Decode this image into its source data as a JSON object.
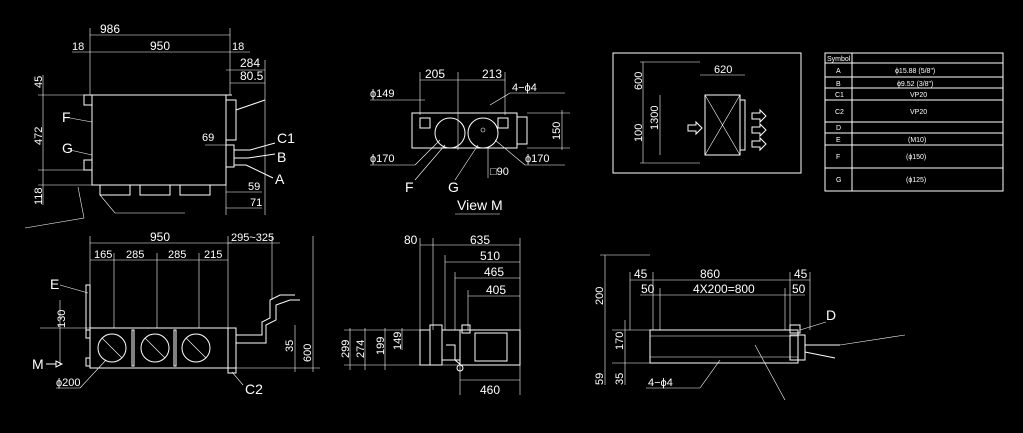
{
  "colors": {
    "background": "#000000",
    "line": "#ffffff"
  },
  "top_view": {
    "dims": {
      "overall_width": "986",
      "body_width": "950",
      "left_flange": "18",
      "right_flange": "18",
      "right_284": "284",
      "right_80_5": "80.5",
      "dim_69": "69",
      "dim_59": "59",
      "dim_71": "71",
      "left_45": "45",
      "left_472": "472",
      "left_118": "118"
    },
    "labels": {
      "f": "F",
      "g": "G",
      "c1": "C1",
      "b": "B",
      "a": "A"
    }
  },
  "view_m": {
    "dims": {
      "d205": "205",
      "d213": "213",
      "phi149": "ϕ149",
      "holes": "4−ϕ4",
      "d150": "150",
      "phi170_left": "ϕ170",
      "phi170_right": "ϕ170",
      "sq90": "□90"
    },
    "labels": {
      "f": "F",
      "g": "G"
    },
    "title": "View M"
  },
  "inset": {
    "dims": {
      "d620": "620",
      "d600": "600",
      "d1300": "1300",
      "d100": "100"
    }
  },
  "symbol_table": {
    "header": "Symbol",
    "rows": [
      {
        "symbol": "A",
        "value": "ϕ15.88 (5/8\")"
      },
      {
        "symbol": "B",
        "value": "ϕ9.52 (3/8\")"
      },
      {
        "symbol": "C1",
        "value": "VP20"
      },
      {
        "symbol": "C2",
        "value": "VP20"
      },
      {
        "symbol": "D",
        "value": ""
      },
      {
        "symbol": "E",
        "value": "(M10)"
      },
      {
        "symbol": "F",
        "value": "(ϕ150)"
      },
      {
        "symbol": "G",
        "value": "(ϕ125)"
      }
    ]
  },
  "front_view": {
    "dims": {
      "d950": "950",
      "d295_325": "295~325",
      "d165": "165",
      "d285a": "285",
      "d285b": "285",
      "d215": "215",
      "d130": "130",
      "d35": "35",
      "d600": "600",
      "phi200": "ϕ200"
    },
    "labels": {
      "e": "E",
      "m": "M",
      "c2": "C2"
    }
  },
  "side_view": {
    "dims": {
      "d80": "80",
      "d635": "635",
      "d510": "510",
      "d465": "465",
      "d405": "405",
      "d299": "299",
      "d274": "274",
      "d199": "199",
      "d149": "149",
      "d460": "460"
    }
  },
  "bottom_view": {
    "dims": {
      "d45a": "45",
      "d860": "860",
      "d45b": "45",
      "d50a": "50",
      "d4x200": "4X200=800",
      "d50b": "50",
      "d200": "200",
      "d170": "170",
      "d35": "35",
      "d59": "59",
      "holes": "4−ϕ4"
    },
    "labels": {
      "d": "D"
    }
  }
}
